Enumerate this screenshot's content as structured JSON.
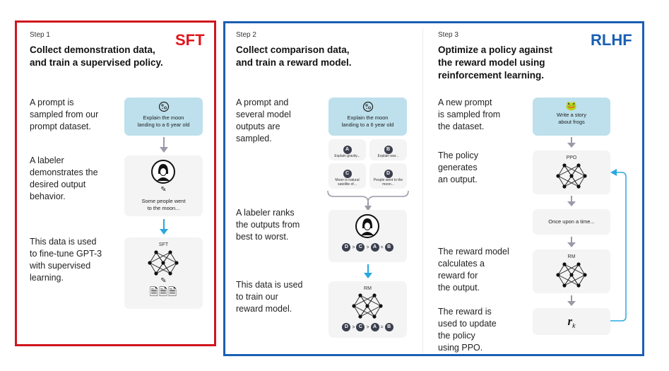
{
  "step1": {
    "step": "Step 1",
    "title_line1": "Collect demonstration data,",
    "title_line2": "and train a supervised policy.",
    "tag": "SFT",
    "desc1": "A prompt is\nsampled from our\nprompt dataset.",
    "desc2": "A labeler\ndemonstrates the\ndesired output\nbehavior.",
    "desc3": "This data is used\nto fine-tune GPT-3\nwith supervised\nlearning.",
    "prompt_line1": "Explain the moon",
    "prompt_line2": "landing to a 6 year old",
    "demo_line1": "Some people went",
    "demo_line2": "to the moon...",
    "model_label": "SFT"
  },
  "step2": {
    "step": "Step 2",
    "title_line1": "Collect comparison data,",
    "title_line2": "and train a reward model.",
    "desc1": "A prompt and\nseveral model\noutputs are\nsampled.",
    "desc2": "A labeler ranks\nthe outputs from\nbest to worst.",
    "desc3": "This data is used\nto train our\nreward model.",
    "prompt_line1": "Explain the moon",
    "prompt_line2": "landing to a 6 year old",
    "outputs": [
      {
        "letter": "A",
        "text": "Explain gravity..."
      },
      {
        "letter": "B",
        "text": "Explain war..."
      },
      {
        "letter": "C",
        "text": "Moon is natural satellite of..."
      },
      {
        "letter": "D",
        "text": "People went to the moon..."
      }
    ],
    "ranking": [
      "D",
      ">",
      "C",
      ">",
      "A",
      "=",
      "B"
    ],
    "model_label": "RM"
  },
  "step3": {
    "step": "Step 3",
    "title_line1": "Optimize a policy against",
    "title_line2": "the reward model using",
    "title_line3": "reinforcement learning.",
    "tag": "RLHF",
    "desc1": "A new prompt\nis sampled from\nthe dataset.",
    "desc2": "The policy\ngenerates\nan output.",
    "desc3": "The reward model\ncalculates a\nreward for\nthe output.",
    "desc4": "The reward is\nused to update\nthe policy\nusing PPO.",
    "prompt_line1": "Write a story",
    "prompt_line2": "about frogs",
    "policy_label": "PPO",
    "output_text": "Once upon a time...",
    "rm_label": "RM",
    "reward_symbol": "r",
    "reward_sub": "k"
  },
  "colors": {
    "sft": "#e0161c",
    "rlhf": "#1a5fb4",
    "prompt_bg": "#bde0ec",
    "arrow_blue": "#29a8df"
  }
}
